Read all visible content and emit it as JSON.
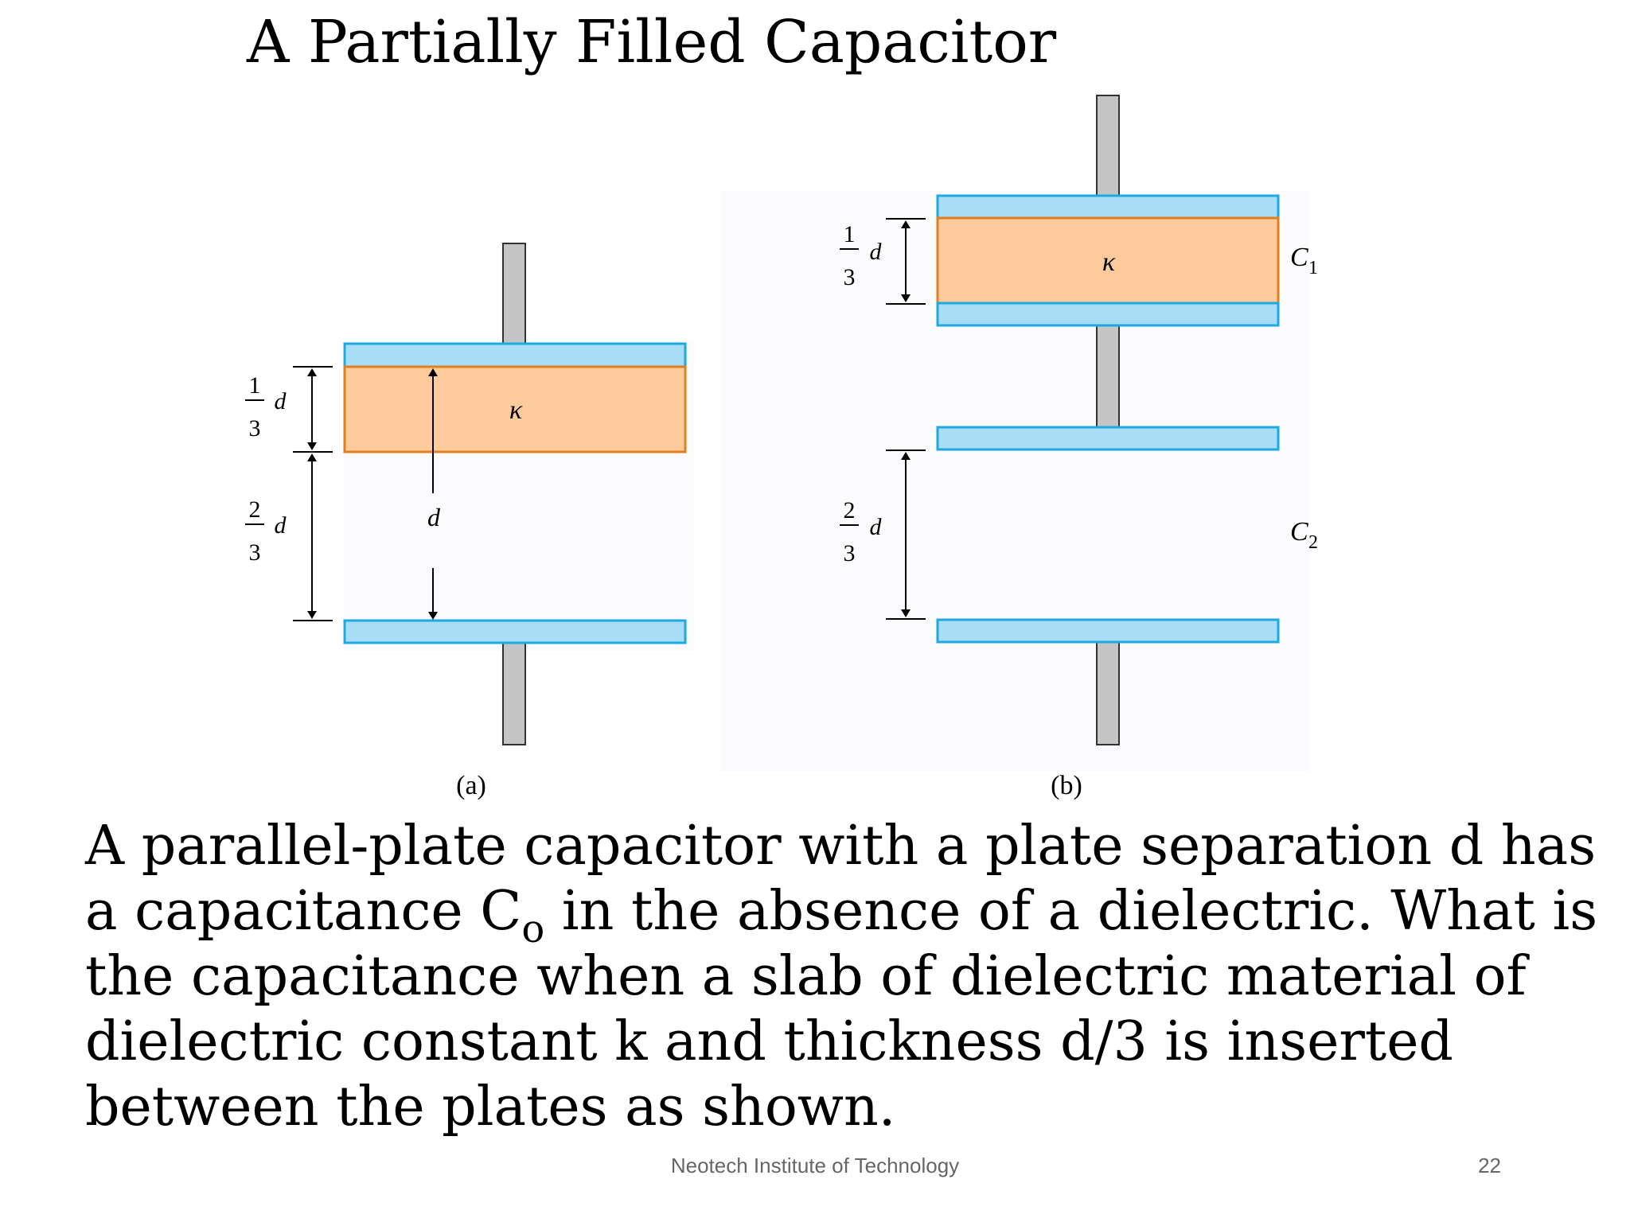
{
  "title": "A Partially Filled Capacitor",
  "figure": {
    "panel_a": {
      "caption": "(a)",
      "dielectric_symbol": "κ",
      "top_dim": {
        "num": "1",
        "den": "3",
        "var": "d"
      },
      "bottom_dim": {
        "num": "2",
        "den": "3",
        "var": "d"
      },
      "total_label": "d"
    },
    "panel_b": {
      "caption": "(b)",
      "dielectric_symbol": "κ",
      "top_dim": {
        "num": "1",
        "den": "3",
        "var": "d"
      },
      "bottom_dim": {
        "num": "2",
        "den": "3",
        "var": "d"
      },
      "c1_label": "C",
      "c1_sub": "1",
      "c2_label": "C",
      "c2_sub": "2"
    },
    "colors": {
      "plate_fill": "#a9ddf5",
      "plate_stroke": "#1fa9e1",
      "dielectric_fill": "#fdcb9b",
      "dielectric_stroke": "#e07f1f",
      "lead_fill": "#c5c5c5",
      "lead_stroke": "#333333"
    }
  },
  "body": {
    "line1": "A parallel-plate capacitor with a plate separation d has",
    "line2_pre": "a capacitance C",
    "line2_sub": "o",
    "line2_post": " in the absence of a dielectric. What is",
    "line3": "the capacitance when a slab of dielectric material of",
    "line4": "dielectric constant k and thickness d/3 is inserted",
    "line5": "between the plates as shown."
  },
  "footer": {
    "institute": "Neotech Institute of Technology",
    "page_number": "22"
  }
}
